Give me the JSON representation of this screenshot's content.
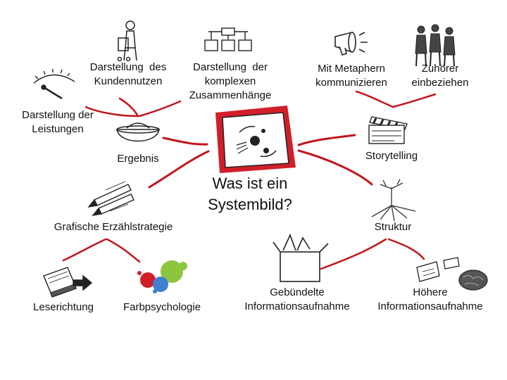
{
  "center": {
    "line1": "Was ist ein",
    "line2": "Systembild?"
  },
  "branches": {
    "ergebnis": {
      "label": "Ergebnis"
    },
    "kundennutzen": {
      "line1": "Darstellung  des",
      "line2": "Kundennutzen"
    },
    "zusammenhaenge": {
      "line1": "Darstellung  der",
      "line2": "komplexen",
      "line3": "Zusammenhänge"
    },
    "leistungen": {
      "line1": "Darstellung der",
      "line2": "Leistungen"
    },
    "storytelling": {
      "label": "Storytelling"
    },
    "metaphern": {
      "line1": "Mit Metaphern",
      "line2": "kommunizieren"
    },
    "zuhoerer": {
      "line1": "Zuhörer",
      "line2": "einbeziehen"
    },
    "grafisch": {
      "label": "Grafische Erzählstrategie"
    },
    "leserichtung": {
      "label": "Leserichtung"
    },
    "farbpsychologie": {
      "label": "Farbpsychologie"
    },
    "struktur": {
      "label": "Struktur"
    },
    "gebuendelte": {
      "line1": "Gebündelte",
      "line2": "Informationsaufnahme"
    },
    "hoehere": {
      "line1": "Höhere",
      "line2": "Informationsaufnahme"
    }
  },
  "colors": {
    "connector": "#c0161b",
    "paint_red": "#d01f2a",
    "paint_blue": "#3e7fd1",
    "paint_green": "#8cc63f",
    "ink": "#222222"
  },
  "icons": {
    "center": "system-sketch-icon",
    "ergebnis": "bowl-icon",
    "kundennutzen": "person-with-cart-icon",
    "zusammenhaenge": "flowchart-icon",
    "leistungen": "speedometer-icon",
    "storytelling": "clapperboard-icon",
    "metaphern": "megaphone-icon",
    "zuhoerer": "audience-icon",
    "grafisch": "pencils-icon",
    "leserichtung": "book-arrow-icon",
    "farbpsychologie": "paint-splash-icon",
    "struktur": "tree-roots-icon",
    "gebuendelte": "open-box-icon",
    "hoehere": "books-brain-icon"
  }
}
